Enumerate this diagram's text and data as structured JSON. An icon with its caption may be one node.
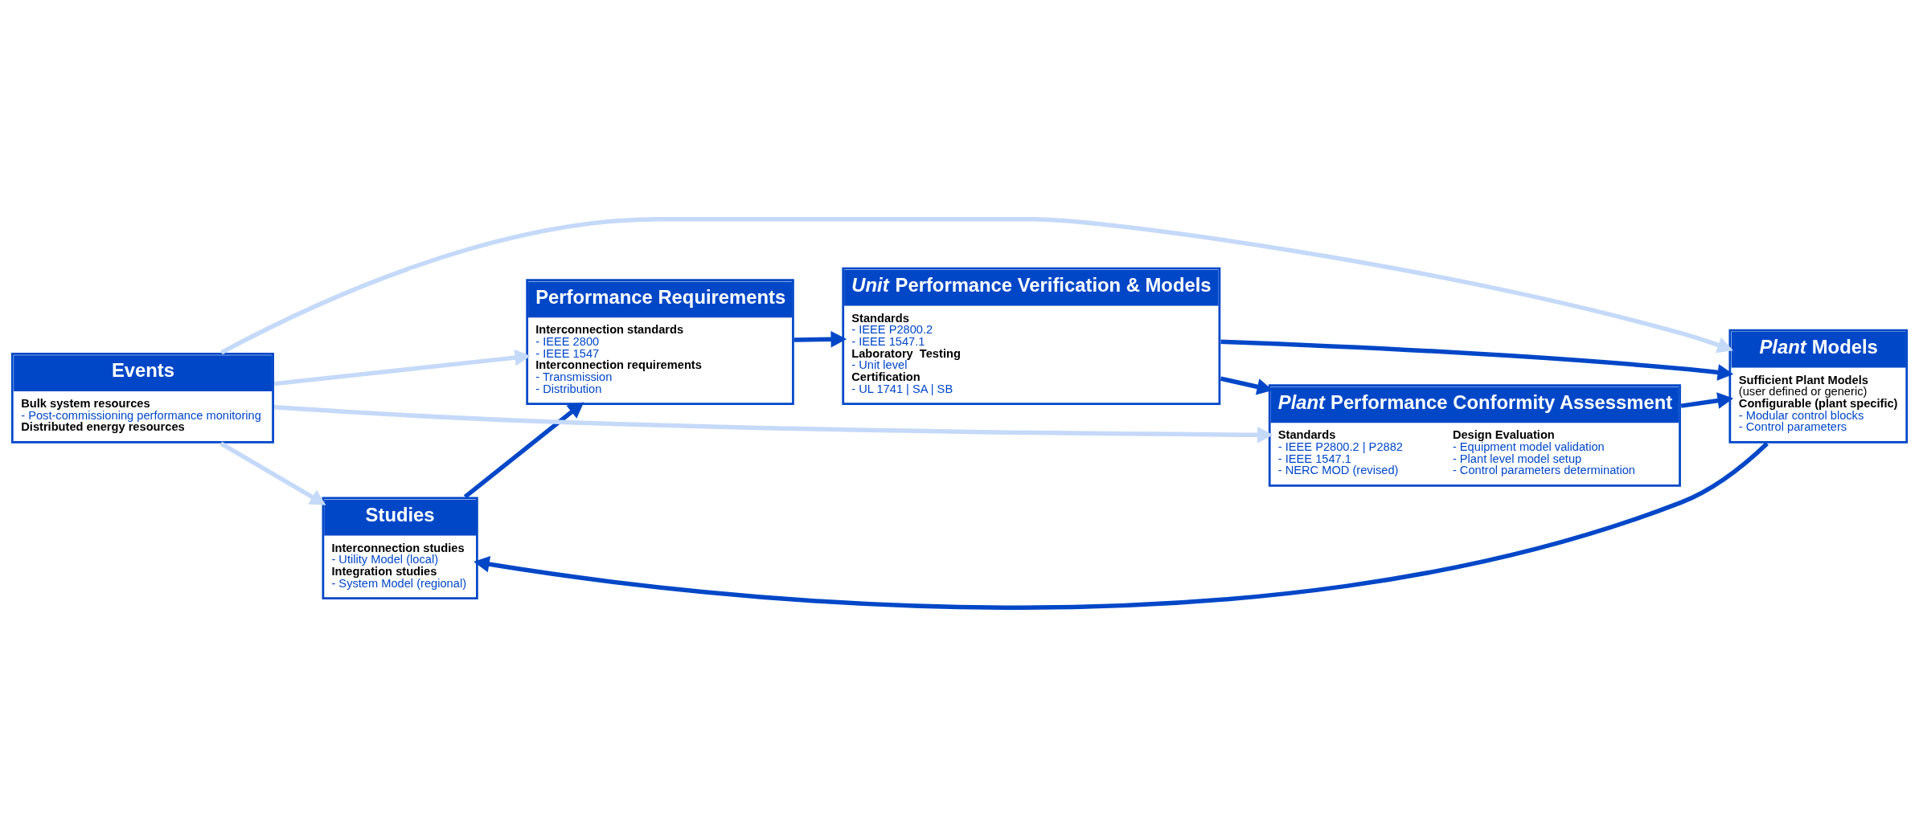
{
  "diagram": {
    "nodes": [
      {
        "text": [
          "Studies",
          "Interconnection studies",
          "- Utility Model (local)",
          "Integration studies",
          "- System Model (regional)"
        ]
      },
      {
        "text": [
          "Performance Requirements",
          "Interconnection standards",
          "- IEEE 2800",
          "- IEEE 1547",
          "Interconnection requirements",
          "- Transmission",
          "- Distribution"
        ]
      },
      {
        "text": [
          "Events",
          "Bulk system resources",
          "- Post-commissioning performance monitoring",
          "Distributed energy resources"
        ]
      },
      {
        "text": [
          "*Unit* Performance Verification & Models",
          "Standards",
          "- IEEE P2800.2",
          "- IEEE 1547.1",
          "Laboratory  Testing",
          "- Unit level",
          "Certification",
          "- UL 1741 | SA | SB"
        ]
      },
      {
        "text": [
          "*Plant* Models",
          "Sufficient Plant Models",
          "(user defined or generic)",
          "Configurable (plant specific)",
          "- Modular control blocks",
          "- Control parameters"
        ]
      },
      {
        "text": [
          "*Plant* Performance Conformity Assessment",
          "Standards",
          "- IEEE P2800.2 | P2882",
          "- IEEE 1547.1",
          "- NERC MOD (revised)",
          "Design Evaluation",
          "- Equipment model validation",
          "- Plant level model setup",
          "- Control parameters determination"
        ]
      }
    ],
    "edges": [
      {
        "from": 0,
        "to": 1,
        "arrow": "to"
      },
      {
        "from": 1,
        "to": 3,
        "arrow": "to"
      },
      {
        "from": 3,
        "to": 4,
        "arrow": "to"
      },
      {
        "from": 3,
        "to": 5,
        "arrow": "to"
      },
      {
        "from": 5,
        "to": 4,
        "arrow": "to"
      },
      {
        "from": 4,
        "to": 0,
        "arrow": "to"
      },
      {
        "from": 2,
        "to": 0,
        "arrow": "to",
        "color": "#c5d9f9"
      },
      {
        "from": 2,
        "to": 1,
        "arrow": "to",
        "color": "#c5d9f9"
      },
      {
        "from": 2,
        "to": 4,
        "arrow": "to",
        "color": "#c5d9f9"
      },
      {
        "from": 2,
        "to": 5,
        "arrow": "to",
        "color": "#c5d9f9"
      }
    ]
  }
}
